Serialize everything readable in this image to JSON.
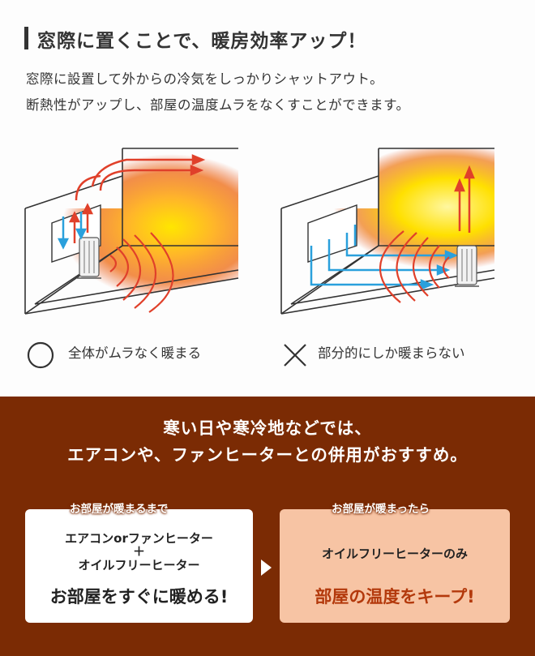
{
  "title": "窓際に置くことで、暖房効率アップ！",
  "description": [
    "窓際に設置して外からの冷気をしっかりシャットアウト。",
    "断熱性がアップし、部屋の温度ムラをなくすことができます。"
  ],
  "comparison": {
    "good": {
      "mark": "circle-icon",
      "caption": "全体がムラなく暖まる"
    },
    "bad": {
      "mark": "cross-icon",
      "caption": "部分的にしか暖まらない"
    }
  },
  "colors": {
    "warm_arrow": "#e0402a",
    "cold_arrow": "#2aa0dc",
    "brown": "#7b2b04",
    "peach": "#f7c4a4",
    "keep_text": "#b3390c"
  },
  "recommendation": [
    "寒い日や寒冷地などでは、",
    "エアコンや、ファンヒーターとの併用がおすすめ。"
  ],
  "cards": {
    "left": {
      "tag": "お部屋が暖まるまで",
      "line1": "エアコンorファンヒーター",
      "plus": "＋",
      "line2": "オイルフリーヒーター",
      "headline": "お部屋をすぐに暖める!"
    },
    "right": {
      "tag": "お部屋が暖まったら",
      "line1": "オイルフリーヒーターのみ",
      "headline": "部屋の温度をキープ!"
    }
  }
}
